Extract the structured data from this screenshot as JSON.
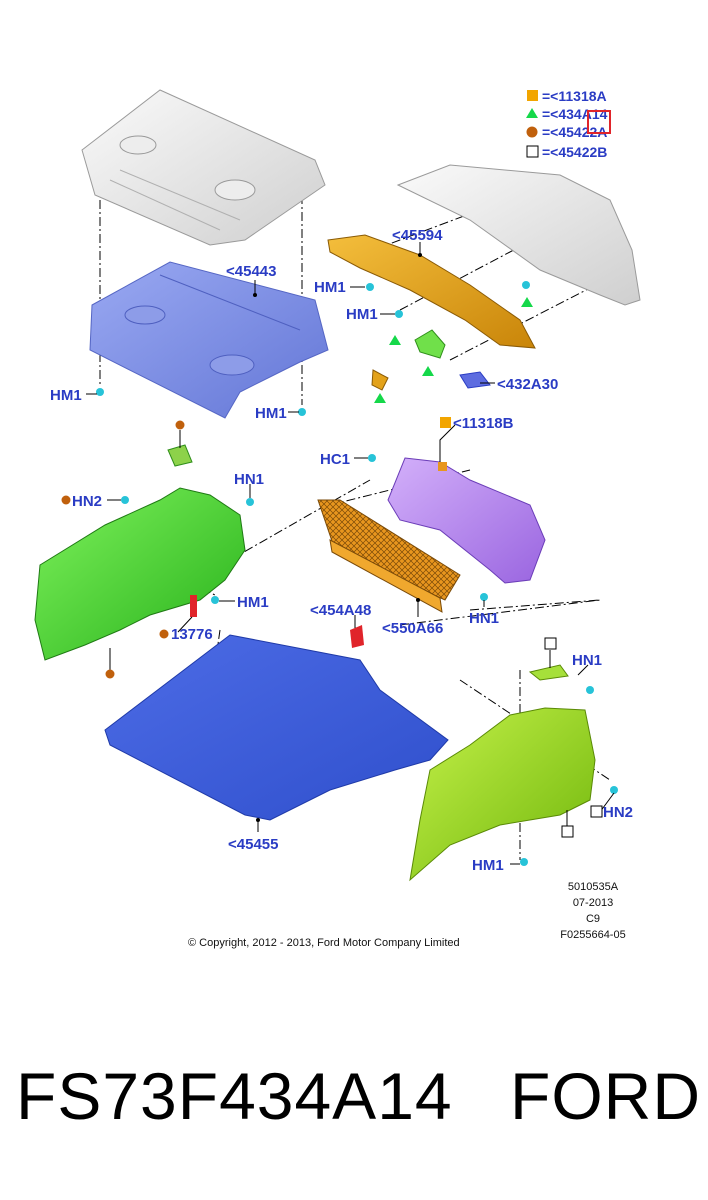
{
  "legend": [
    {
      "symbol": "square",
      "color": "#f2a500",
      "text": "=<11318A"
    },
    {
      "symbol": "triangle",
      "color": "#15d84a",
      "text": "=<434A14"
    },
    {
      "symbol": "circle",
      "color": "#c0600c",
      "text": "=<45422A"
    },
    {
      "symbol": "open-square",
      "color": "#ffffff",
      "text": "=<45422B"
    }
  ],
  "callouts": {
    "c45443": "<45443",
    "c45594": "<45594",
    "c432A30": "<432A30",
    "c11318B": "<11318B",
    "c454A48": "<454A48",
    "c550A66": "<550A66",
    "c13776": "13776",
    "c45455": "<45455",
    "hm1_a": "HM1",
    "hm1_b": "HM1",
    "hm1_c": "HM1",
    "hm1_d": "HM1",
    "hm1_e": "HM1",
    "hm1_f": "HM1",
    "hn1_a": "HN1",
    "hn1_b": "HN1",
    "hn1_c": "HN1",
    "hn2_a": "HN2",
    "hn2_b": "HN2",
    "hc1": "HC1"
  },
  "reference": [
    "5010535A",
    "07-2013",
    "C9",
    "F0255664-05"
  ],
  "copyright": "© Copyright, 2012 - 2013, Ford Motor Company Limited",
  "caption": {
    "part_number": "FS73F434A14",
    "brand": "FORD"
  },
  "colors": {
    "callout_blue": "#2a3cc4",
    "panel_blue": "#7d8fe6",
    "floor_blue": "#3d5ddb",
    "orange_bracket": "#e3a21a",
    "purple_trim": "#b585ee",
    "green_trim_left": "#3ed42a",
    "green_trim_right": "#93d619",
    "grey_panel": "#e6e6e6",
    "net_orange": "#e8961e",
    "clip_cyan": "#27c3d8",
    "highlight_red": "#e0242a"
  }
}
